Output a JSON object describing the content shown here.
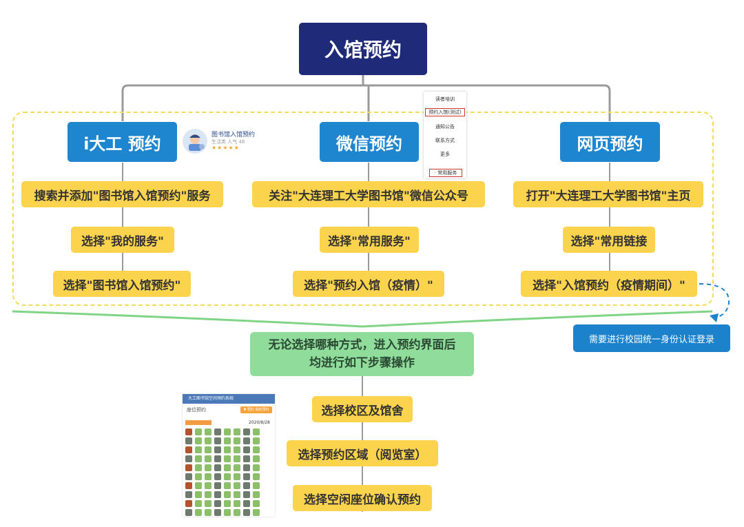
{
  "root": "入馆预约",
  "columns": [
    {
      "title": "i大工 预约",
      "steps": [
        "搜索并添加\"图书馆入馆预约\"服务",
        "选择\"我的服务\"",
        "选择\"图书馆入馆预约\""
      ]
    },
    {
      "title": "微信预约",
      "steps": [
        "关注\"大连理工大学图书馆\"微信公众号",
        "选择\"常用服务\"",
        "选择\"预约入馆（疫情）\""
      ]
    },
    {
      "title": "网页预约",
      "steps": [
        "打开\"大连理工大学图书馆\"主页",
        "选择\"常用链接",
        "选择\"入馆预约（疫情期间）\""
      ]
    }
  ],
  "note": "需要进行校园统一身份认证登录",
  "merge": {
    "line1": "无论选择哪种方式，进入预约界面后",
    "line2": "均进行如下步骤操作"
  },
  "final_steps": [
    "选择校区及馆舍",
    "选择预约区域（阅览室）",
    "选择空闲座位确认预约"
  ],
  "app_card": {
    "title": "图书馆入馆预约",
    "subtitle": "生活类  人气 48",
    "stars": "★★★★★"
  },
  "wechat_menu": {
    "items": [
      "读者培训",
      "预约入馆(测试)",
      "通知公告",
      "联系方式",
      "更多"
    ],
    "bottom": "· 常用服务"
  },
  "seat_screenshot": {
    "header": "大工图书馆空间预约系统",
    "subheader": "座位预约",
    "button": "▼ 预约  我的预约",
    "date": "2020/8/28"
  },
  "colors": {
    "root": "#1f2a78",
    "column_head": "#1e86cf",
    "step": "#fcd34d",
    "merge": "#8fdc9b",
    "note": "#1c82cc",
    "dashed_border": "#f3dd58",
    "green_line": "#7fd486"
  }
}
